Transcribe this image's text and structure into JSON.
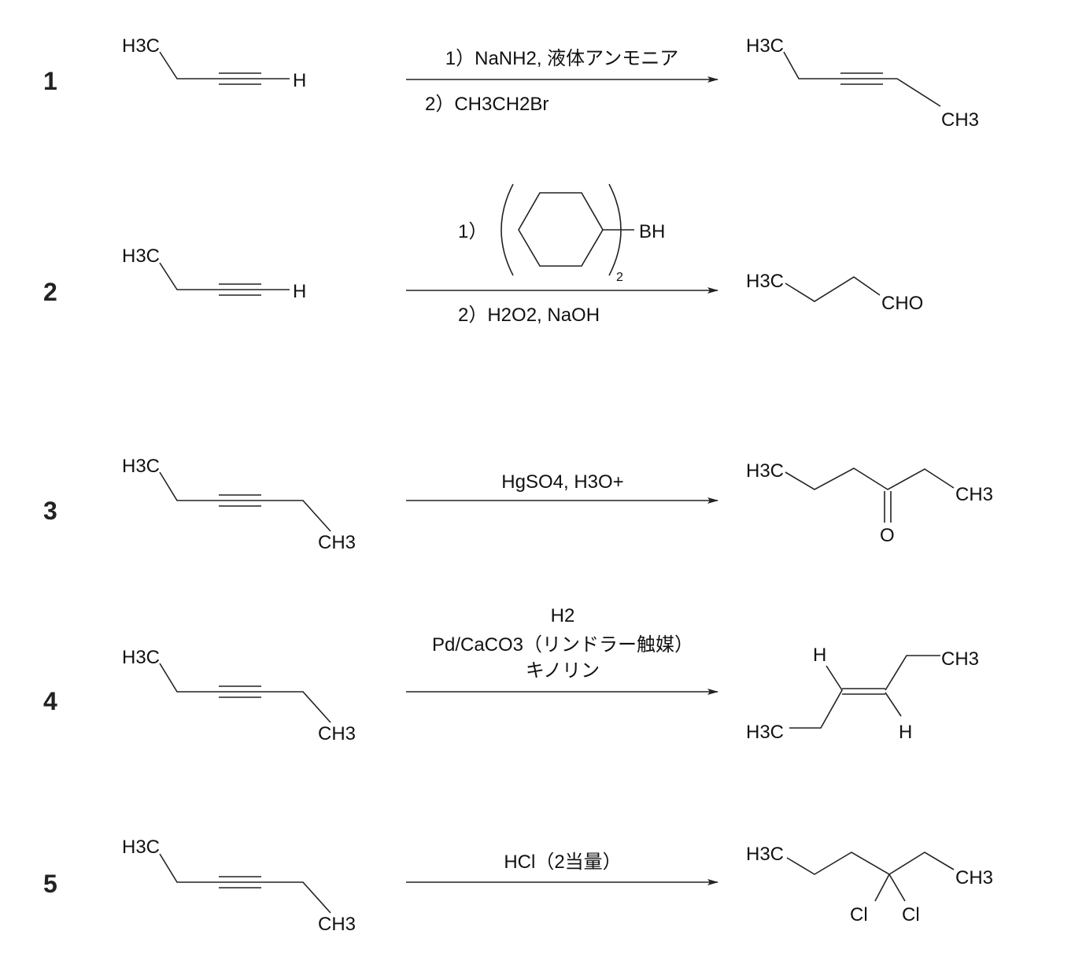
{
  "reactions": [
    {
      "number": "1",
      "reactant": {
        "left": "H3C",
        "right": "H"
      },
      "reagents": {
        "line1": "1）NaNH2, 液体アンモニア",
        "line2": "2）CH3CH2Br"
      },
      "product": {
        "left": "H3C",
        "right": "CH3"
      }
    },
    {
      "number": "2",
      "reactant": {
        "left": "H3C",
        "right": "H"
      },
      "reagents": {
        "step1_prefix": "1）",
        "boron": "BH",
        "multiplier": "2",
        "line2": "2）H2O2, NaOH"
      },
      "product": {
        "left": "H3C",
        "right": "CHO"
      }
    },
    {
      "number": "3",
      "reactant": {
        "left": "H3C",
        "right": "CH3"
      },
      "reagents": {
        "line1": "HgSO4, H3O+"
      },
      "product": {
        "left": "H3C",
        "right": "CH3",
        "oxygen": "O"
      }
    },
    {
      "number": "4",
      "reactant": {
        "left": "H3C",
        "right": "CH3"
      },
      "reagents": {
        "line1": "H2",
        "line2": "Pd/CaCO3（リンドラー触媒）",
        "line3": "キノリン"
      },
      "product": {
        "h_top": "H",
        "right": "CH3",
        "left": "H3C",
        "h_bottom": "H"
      }
    },
    {
      "number": "5",
      "reactant": {
        "left": "H3C",
        "right": "CH3"
      },
      "reagents": {
        "line1": "HCl（2当量）"
      },
      "product": {
        "left": "H3C",
        "right": "CH3",
        "cl1": "Cl",
        "cl2": "Cl"
      }
    }
  ]
}
